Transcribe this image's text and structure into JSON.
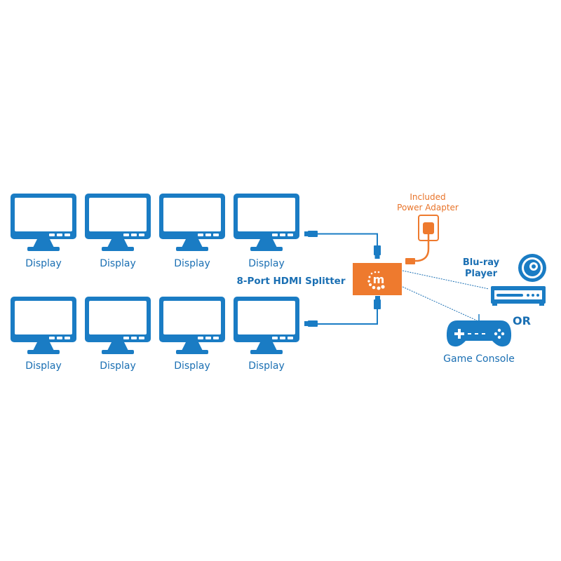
{
  "diagram": {
    "title": "8-Port HDMI Splitter",
    "colors": {
      "blue": "#1a7cc4",
      "orange": "#ee7a2e",
      "text_blue": "#1a6fb3"
    },
    "displays": [
      {
        "label": "Display"
      },
      {
        "label": "Display"
      },
      {
        "label": "Display"
      },
      {
        "label": "Display"
      },
      {
        "label": "Display"
      },
      {
        "label": "Display"
      },
      {
        "label": "Display"
      },
      {
        "label": "Display"
      }
    ],
    "splitter": {
      "label": "8-Port HDMI Splitter",
      "logo": "m"
    },
    "power": {
      "line1": "Included",
      "line2": "Power Adapter"
    },
    "sources": {
      "bluray": {
        "line1": "Blu-ray",
        "line2": "Player"
      },
      "or_label": "OR",
      "console": {
        "label": "Game Console"
      }
    }
  }
}
